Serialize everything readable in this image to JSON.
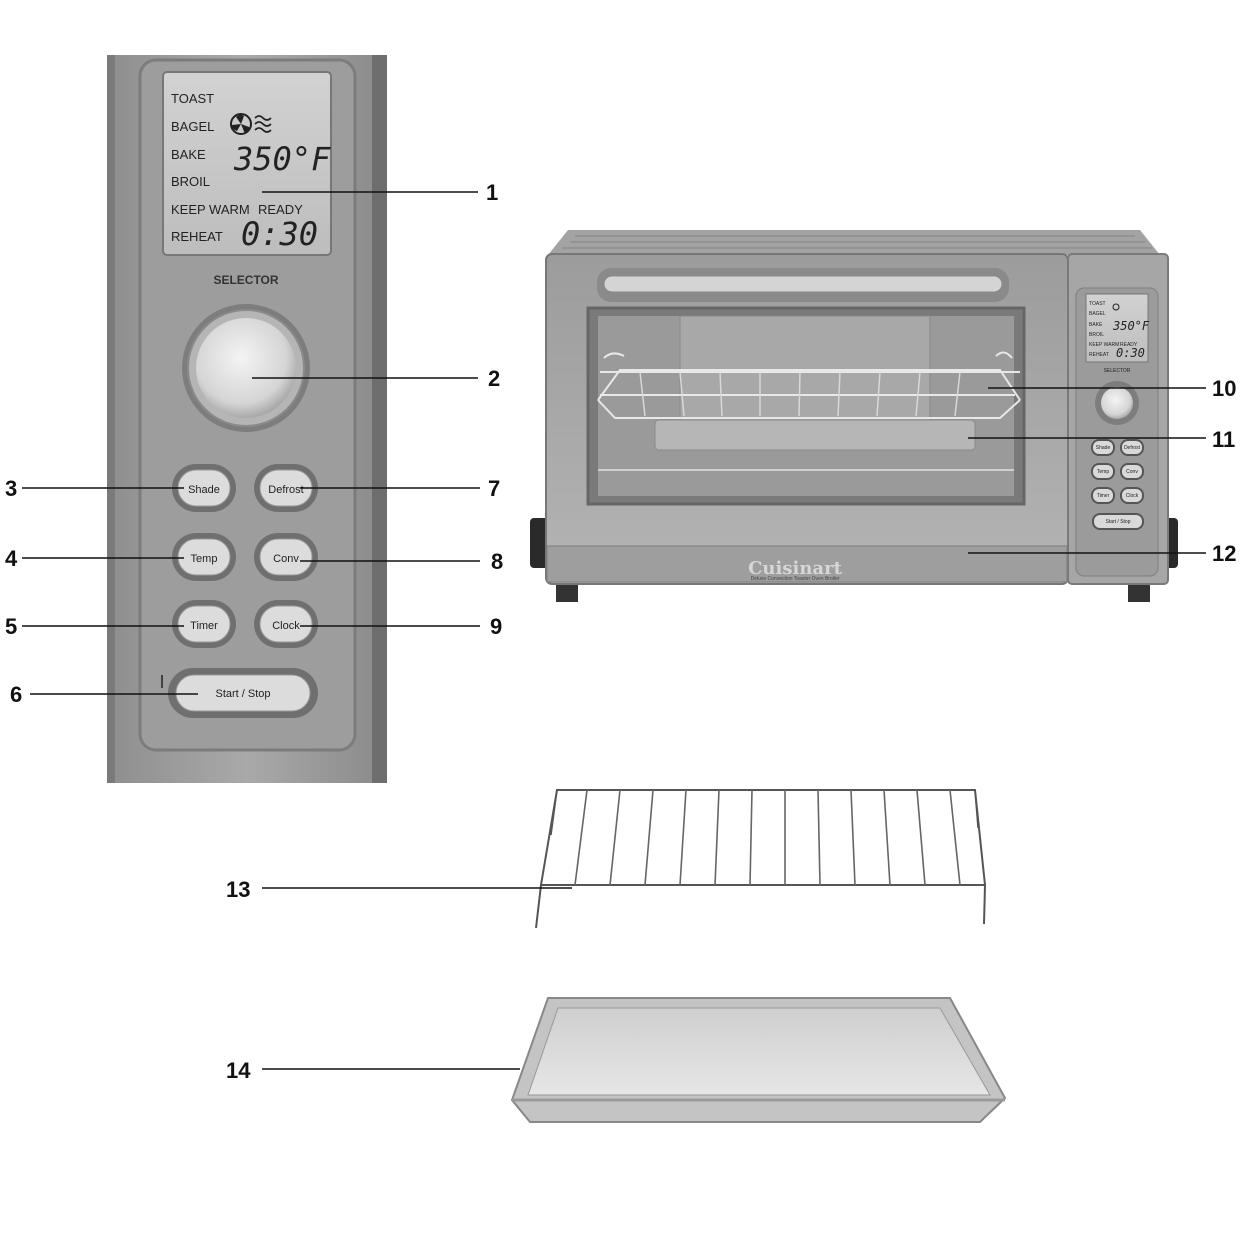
{
  "control_panel": {
    "lcd_modes": [
      "TOAST",
      "BAGEL",
      "BAKE",
      "BROIL",
      "KEEP WARM",
      "REHEAT"
    ],
    "ready_label": "READY",
    "temperature": "350°F",
    "time": "0:30",
    "selector_label": "SELECTOR",
    "buttons": {
      "shade": "Shade",
      "defrost": "Defrost",
      "temp": "Temp",
      "conv": "Conv",
      "timer": "Timer",
      "clock": "Clock",
      "start_stop": "Start / Stop"
    }
  },
  "oven": {
    "brand": "Cuisinart",
    "model_line": "Deluxe Convection Toaster Oven Broiler",
    "mini_lcd": {
      "modes": [
        "TOAST",
        "BAGEL",
        "BAKE",
        "BROIL",
        "KEEP WARM",
        "REHEAT"
      ],
      "ready_label": "READY",
      "temperature": "350°F",
      "time": "0:30",
      "selector_label": "SELECTOR"
    },
    "mini_buttons": [
      "Shade",
      "Defrost",
      "Temp",
      "Conv",
      "Timer",
      "Clock",
      "Start / Stop"
    ]
  },
  "callouts": [
    "1",
    "2",
    "3",
    "4",
    "5",
    "6",
    "7",
    "8",
    "9",
    "10",
    "11",
    "12",
    "13",
    "14"
  ],
  "icons": {
    "fan": "convection-fan-icon"
  }
}
